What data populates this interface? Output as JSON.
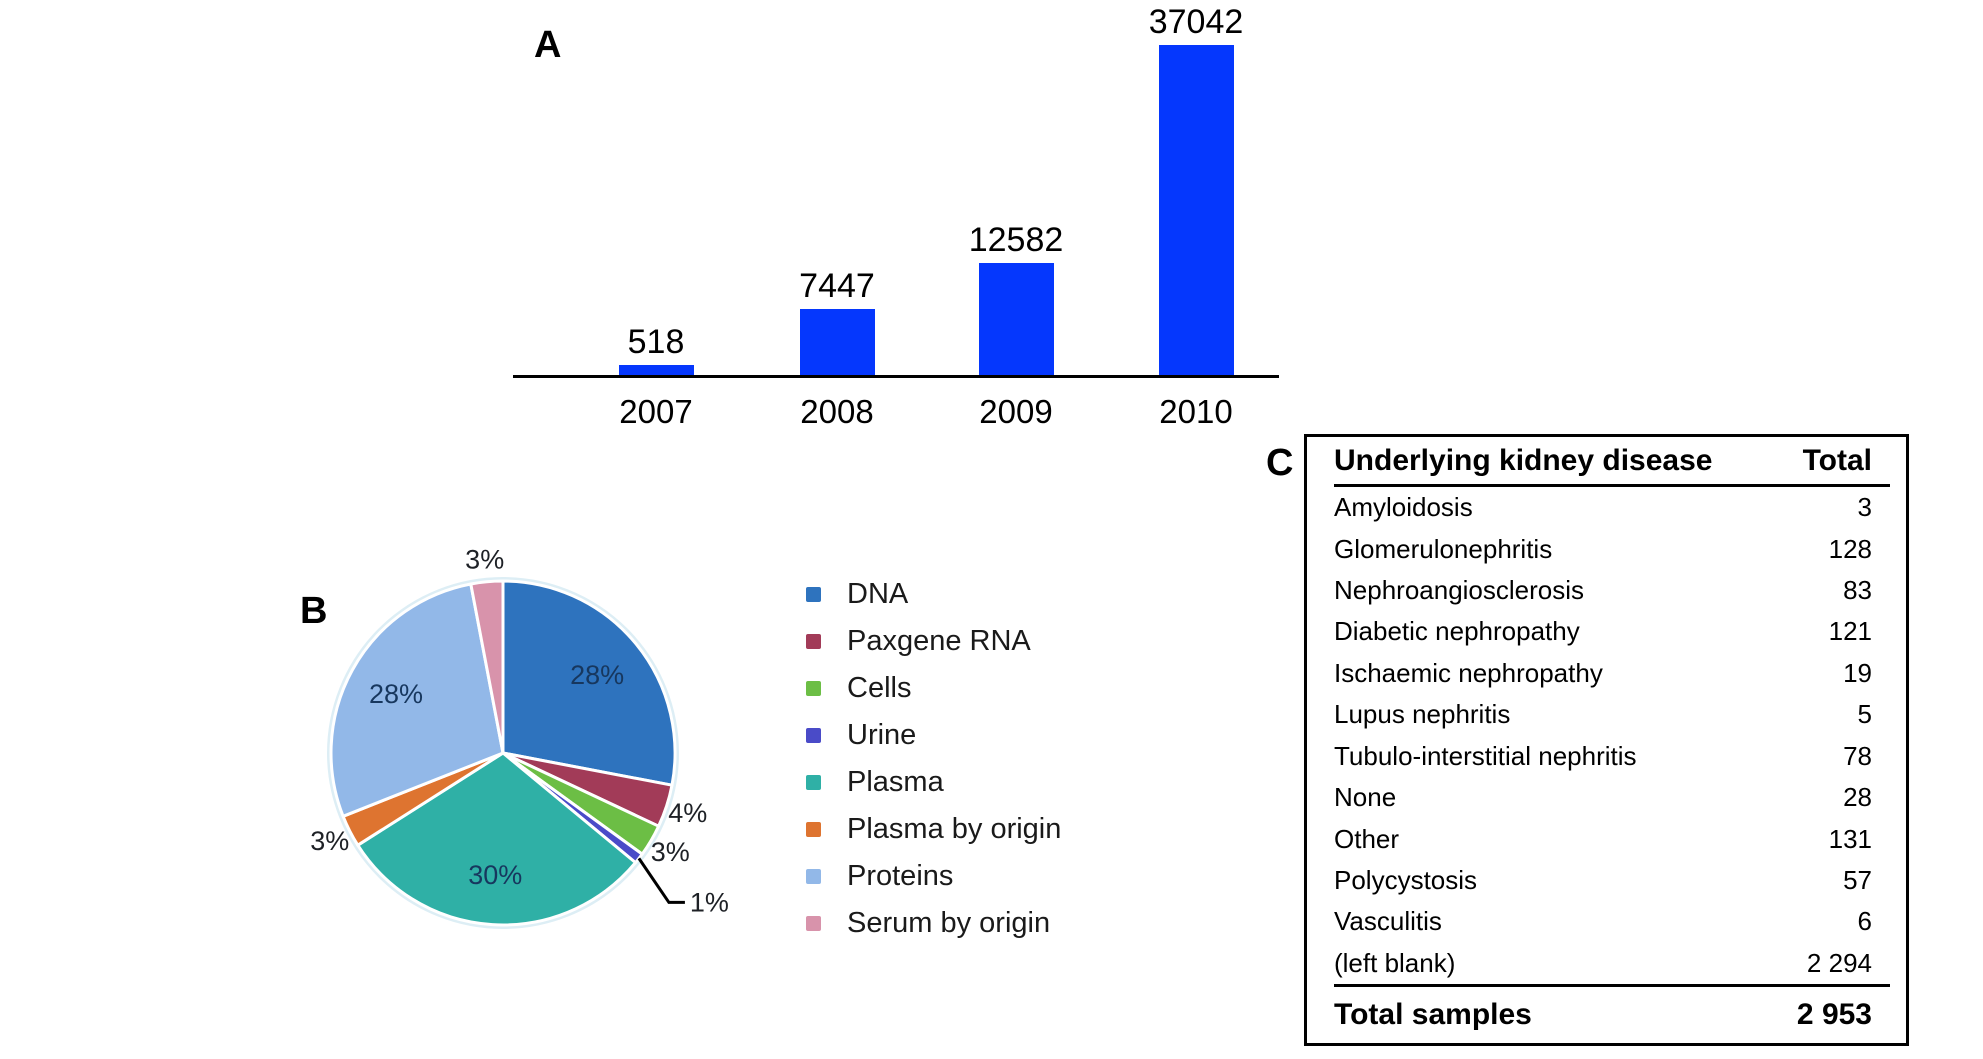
{
  "panels": {
    "a_label": "A",
    "b_label": "B",
    "c_label": "C"
  },
  "colors": {
    "bar_blue": "#0537FD",
    "axis": "#000000",
    "pie_inside_label": "#17375E",
    "pie_outside_label": "#1E2126",
    "pie_ring": "#DDEEF5",
    "slice_border": "#FFFFFF"
  },
  "chart_data": [
    {
      "type": "bar",
      "panel": "A",
      "categories": [
        "2007",
        "2008",
        "2009",
        "2010"
      ],
      "values": [
        518,
        7447,
        12582,
        37042
      ],
      "value_labels": [
        "518",
        "7447",
        "12582",
        "37042"
      ],
      "bar_color": "#0537FD",
      "ylim": [
        0,
        37042
      ],
      "grid": false,
      "axis_line": "bottom-only"
    },
    {
      "type": "pie",
      "panel": "B",
      "start_angle": "top",
      "direction": "clockwise",
      "legend_position": "right",
      "slices": [
        {
          "label": "DNA",
          "pct": 28,
          "color": "#2E73BE"
        },
        {
          "label": "Paxgene RNA",
          "pct": 4,
          "color": "#A23B58"
        },
        {
          "label": "Cells",
          "pct": 3,
          "color": "#6CBE45"
        },
        {
          "label": "Urine",
          "pct": 1,
          "color": "#4A4BC8"
        },
        {
          "label": "Plasma",
          "pct": 30,
          "color": "#2FB0A6"
        },
        {
          "label": "Plasma by origin",
          "pct": 3,
          "color": "#DE7430"
        },
        {
          "label": "Proteins",
          "pct": 28,
          "color": "#92B8E8"
        },
        {
          "label": "Serum by origin",
          "pct": 3,
          "color": "#D893AB"
        }
      ]
    },
    {
      "type": "table",
      "panel": "C",
      "columns": [
        "Underlying kidney disease",
        "Total"
      ],
      "rows": [
        [
          "Amyloidosis",
          "3"
        ],
        [
          "Glomerulonephritis",
          "128"
        ],
        [
          "Nephroangiosclerosis",
          "83"
        ],
        [
          "Diabetic nephropathy",
          "121"
        ],
        [
          "Ischaemic nephropathy",
          "19"
        ],
        [
          "Lupus nephritis",
          "5"
        ],
        [
          "Tubulo-interstitial nephritis",
          "78"
        ],
        [
          "None",
          "28"
        ],
        [
          "Other",
          "131"
        ],
        [
          "Polycystosis",
          "57"
        ],
        [
          "Vasculitis",
          "6"
        ],
        [
          "(left blank)",
          "2 294"
        ]
      ],
      "total_row": [
        "Total samples",
        "2 953"
      ]
    }
  ]
}
